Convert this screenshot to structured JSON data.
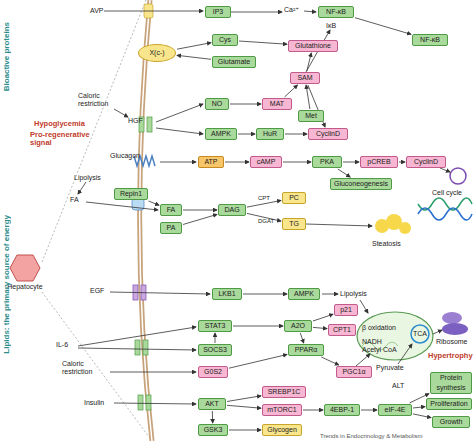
{
  "diagram": {
    "nodes": [
      {
        "text": [
          "IP3"
        ]
      },
      {
        "text": [
          "NF-κB"
        ]
      },
      {
        "text": [
          "NF-κB"
        ]
      },
      {
        "text": [
          "X(c-)"
        ]
      },
      {
        "text": [
          "Cys"
        ]
      },
      {
        "text": [
          "Glutathione"
        ]
      },
      {
        "text": [
          "Glutamate"
        ]
      },
      {
        "text": [
          "SAM"
        ]
      },
      {
        "text": [
          "NO"
        ]
      },
      {
        "text": [
          "MAT"
        ]
      },
      {
        "text": [
          "AMPK"
        ]
      },
      {
        "text": [
          "HuR"
        ]
      },
      {
        "text": [
          "Met"
        ]
      },
      {
        "text": [
          "CyclinD"
        ]
      },
      {
        "text": [
          "ATP"
        ]
      },
      {
        "text": [
          "cAMP"
        ]
      },
      {
        "text": [
          "PKA"
        ]
      },
      {
        "text": [
          "pCREB"
        ]
      },
      {
        "text": [
          "CyclinD"
        ]
      },
      {
        "text": [
          "Gluconeogenesis"
        ]
      },
      {
        "text": [
          "Repin1"
        ]
      },
      {
        "text": [
          "FA"
        ]
      },
      {
        "text": [
          "DAG"
        ]
      },
      {
        "text": [
          "PC"
        ]
      },
      {
        "text": [
          "PA"
        ]
      },
      {
        "text": [
          "TG"
        ]
      },
      {
        "text": [
          "LKB1"
        ]
      },
      {
        "text": [
          "AMPK"
        ]
      },
      {
        "text": [
          "STAT3"
        ]
      },
      {
        "text": [
          "A2O"
        ]
      },
      {
        "text": [
          "p21"
        ]
      },
      {
        "text": [
          "SOCS3"
        ]
      },
      {
        "text": [
          "CPT1"
        ]
      },
      {
        "text": [
          "PPARα"
        ]
      },
      {
        "text": [
          "G0S2"
        ]
      },
      {
        "text": [
          "PGC1α"
        ]
      },
      {
        "text": [
          "AKT"
        ]
      },
      {
        "text": [
          "SREBP1C"
        ]
      },
      {
        "text": [
          "mTORC1"
        ]
      },
      {
        "text": [
          "4EBP-1"
        ]
      },
      {
        "text": [
          "eIF-4E"
        ]
      },
      {
        "text": [
          "GSK3"
        ]
      },
      {
        "text": [
          "Glycogen"
        ]
      },
      {
        "text": [
          "Protein synthesis"
        ]
      },
      {
        "text": [
          "Proliferation"
        ]
      },
      {
        "text": [
          "Growth"
        ]
      },
      {
        "text": [
          "Hepatocyte"
        ]
      }
    ],
    "edges": [
      {
        "from": 1,
        "to": 2,
        "arrow": "to"
      },
      {
        "from": 3,
        "to": 4,
        "arrow": "to"
      },
      {
        "from": 6,
        "to": 3,
        "arrow": "to"
      },
      {
        "from": 4,
        "to": 5,
        "arrow": "to"
      },
      {
        "from": 7,
        "to": 5,
        "arrow": "to"
      },
      {
        "from": 8,
        "to": 9,
        "arrow": "to"
      },
      {
        "from": 9,
        "to": 7,
        "arrow": "to"
      },
      {
        "from": 12,
        "to": 7,
        "arrow": "to"
      },
      {
        "from": 10,
        "to": 11,
        "arrow": "to"
      },
      {
        "from": 11,
        "to": 13,
        "arrow": "to"
      },
      {
        "from": 7,
        "to": 13,
        "arrow": "to"
      },
      {
        "from": 14,
        "to": 15,
        "arrow": "to"
      },
      {
        "from": 15,
        "to": 16,
        "arrow": "to"
      },
      {
        "from": 16,
        "to": 17,
        "arrow": "to"
      },
      {
        "from": 17,
        "to": 18,
        "arrow": "to"
      },
      {
        "from": 16,
        "to": 19,
        "arrow": "to"
      },
      {
        "from": 21,
        "to": 22,
        "arrow": "to"
      },
      {
        "from": 24,
        "to": 22,
        "arrow": "to"
      },
      {
        "from": 22,
        "to": 23,
        "label": "CPT",
        "arrow": "to"
      },
      {
        "from": 22,
        "to": 25,
        "label": "DGAT",
        "arrow": "to"
      },
      {
        "from": 26,
        "to": 27,
        "arrow": "to"
      },
      {
        "from": 28,
        "to": 29,
        "arrow": "to"
      },
      {
        "from": 29,
        "to": 30,
        "arrow": "to"
      },
      {
        "from": 29,
        "to": 32,
        "arrow": "to"
      },
      {
        "from": 29,
        "to": 33,
        "arrow": "to"
      },
      {
        "from": 33,
        "to": 35,
        "arrow": "to"
      },
      {
        "from": 34,
        "to": 33,
        "arrow": "to"
      },
      {
        "from": 36,
        "to": 37,
        "arrow": "to"
      },
      {
        "from": 36,
        "to": 38,
        "arrow": "to"
      },
      {
        "from": 36,
        "to": 41,
        "arrow": "to"
      },
      {
        "from": 38,
        "to": 39,
        "arrow": "to"
      },
      {
        "from": 39,
        "to": 40,
        "arrow": "to"
      },
      {
        "from": 40,
        "to": 43,
        "arrow": "to"
      },
      {
        "from": 40,
        "to": 44,
        "arrow": "to"
      },
      {
        "from": 40,
        "to": 45,
        "arrow": "to"
      },
      {
        "from": 41,
        "to": 42,
        "arrow": "to"
      },
      {
        "from": 20,
        "to": 21,
        "arrow": "to"
      },
      {
        "from": 31,
        "to": 28,
        "arrow": "to"
      }
    ],
    "labels": [
      "Bioactive proteins",
      "Hypoglycemia",
      "Pro-regenerative signal",
      "Lipids: the primary source of energy",
      "AVP",
      "Ca²⁺",
      "IκB",
      "Caloric restriction",
      "HGF",
      "Glucagon",
      "Lipolysis",
      "FA",
      "Steatosis",
      "EGF",
      "Lipolysis",
      "β oxidation",
      "NADH Acetyl CoA",
      "TCA",
      "Hypertrophy",
      "Ribosome",
      "IL-6",
      "Caloric restriction",
      "Insulin",
      "Pyruvate",
      "ALT",
      "Cell cycle",
      "Trends in Endocrinology & Metabolism"
    ]
  }
}
